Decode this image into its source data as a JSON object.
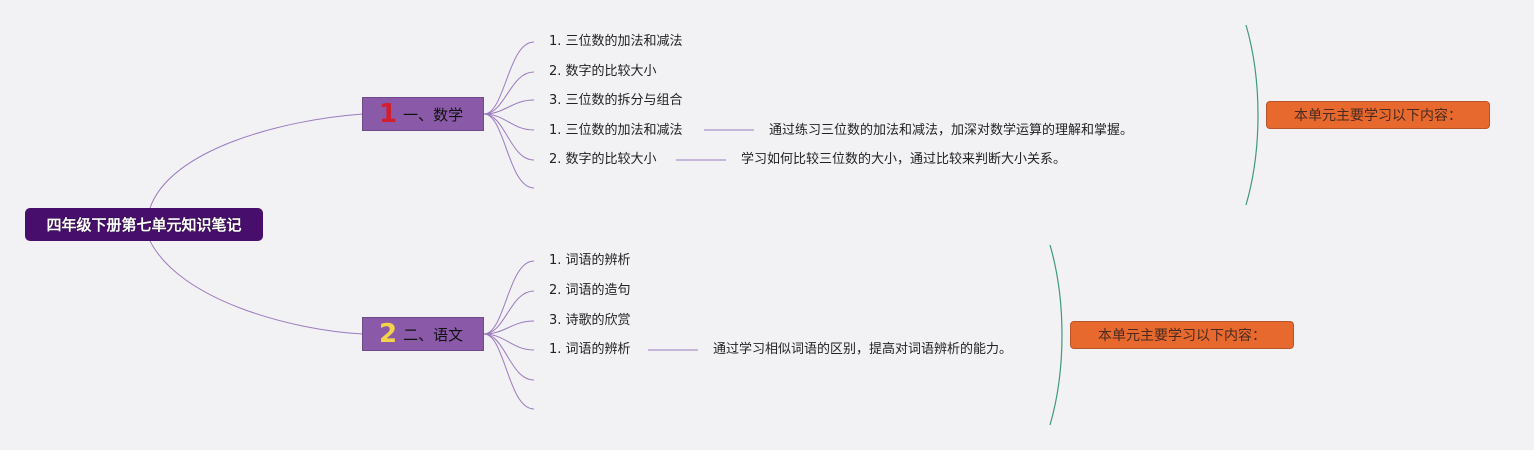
{
  "root": {
    "title": "四年级下册第七单元知识笔记"
  },
  "branches": [
    {
      "number": "1",
      "number_color": "#d11f2f",
      "label": "一、数学",
      "topics": [
        "1. 三位数的加法和减法",
        "2. 数字的比较大小",
        "3. 三位数的拆分与组合",
        "1. 三位数的加法和减法",
        "2. 数字的比较大小"
      ],
      "details": [
        "通过练习三位数的加法和减法，加深对数学运算的理解和掌握。",
        "学习如何比较三位数的大小，通过比较来判断大小关系。"
      ],
      "summary": "本单元主要学习以下内容："
    },
    {
      "number": "2",
      "number_color": "#f2d34a",
      "label": "二、语文",
      "topics": [
        "1. 词语的辨析",
        "2. 词语的造句",
        "3. 诗歌的欣赏",
        "1. 词语的辨析"
      ],
      "details": [
        "通过学习相似词语的区别，提高对词语辨析的能力。"
      ],
      "summary": "本单元主要学习以下内容："
    }
  ],
  "colors": {
    "background": "#f2f1f4",
    "root_fill": "#470f6b",
    "branch_fill": "#8a5aa8",
    "link": "#9b7bbf",
    "bracket": "#3e9a78",
    "summary_fill": "#e8692e"
  }
}
